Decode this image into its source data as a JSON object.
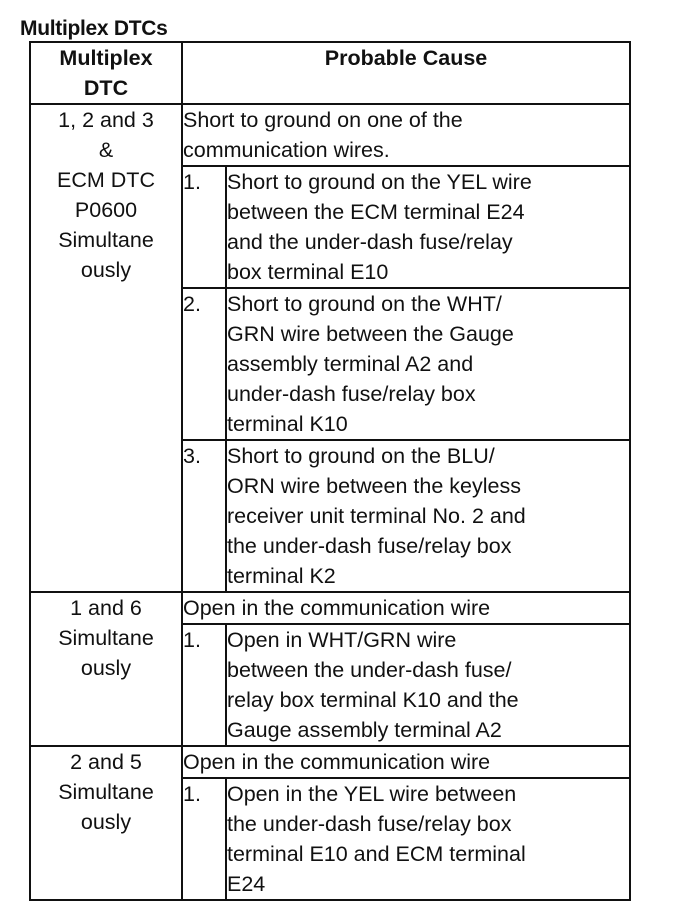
{
  "title": "Multiplex DTCs",
  "headers": {
    "dtc": [
      "Multiplex",
      "DTC"
    ],
    "cause": "Probable Cause"
  },
  "rows": [
    {
      "dtc": [
        "1, 2 and 3",
        "&",
        "ECM DTC",
        "P0600",
        "Simultane",
        "ously"
      ],
      "summary": [
        "Short to ground on one of the",
        "communication wires."
      ],
      "causes": [
        {
          "num": "1.",
          "lines": [
            "Short to ground on the YEL wire",
            "between the ECM terminal E24",
            "and the under-dash fuse/relay",
            "box terminal E10"
          ]
        },
        {
          "num": "2.",
          "lines": [
            "Short to ground on the WHT/",
            "GRN wire between the Gauge",
            "assembly terminal A2 and",
            "under-dash fuse/relay box",
            "terminal K10"
          ]
        },
        {
          "num": "3.",
          "lines": [
            "Short to ground on the BLU/",
            "ORN wire between the keyless",
            "receiver unit terminal No. 2 and",
            "the under-dash fuse/relay box",
            "terminal K2"
          ]
        }
      ]
    },
    {
      "dtc": [
        "1 and 6",
        "Simultane",
        "ously"
      ],
      "summary": [
        "Open in the communication wire"
      ],
      "causes": [
        {
          "num": "1.",
          "lines": [
            "Open in WHT/GRN wire",
            "between the under-dash fuse/",
            "relay box terminal K10 and the",
            "Gauge assembly terminal A2"
          ]
        }
      ]
    },
    {
      "dtc": [
        "2 and 5",
        "Simultane",
        "ously"
      ],
      "summary": [
        "Open in the communication wire"
      ],
      "causes": [
        {
          "num": "1.",
          "lines": [
            "Open in the YEL wire between",
            "the under-dash fuse/relay box",
            "terminal E10 and ECM terminal",
            "E24"
          ]
        }
      ]
    }
  ]
}
